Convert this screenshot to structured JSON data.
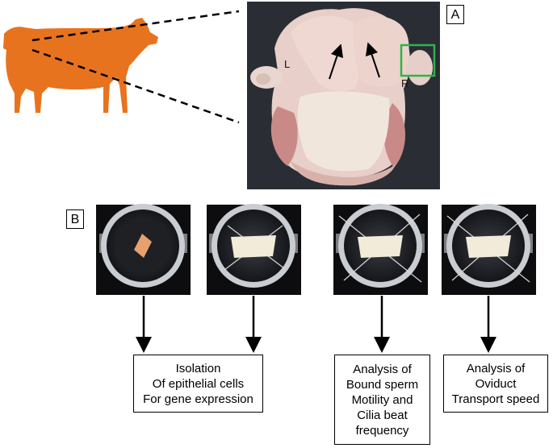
{
  "panel_labels": {
    "a": "A",
    "b": "B"
  },
  "tissue_photo": {
    "left_label": "L",
    "right_label": "R"
  },
  "colors": {
    "cow": "#e8731e",
    "highlight_box": "#2fb34a",
    "photo_background": "#2a2d34",
    "tissue": "#e8cfc9"
  },
  "dishes": [
    {
      "content": "tissue-fragment"
    },
    {
      "content": "oviduct-pinned"
    },
    {
      "content": "oviduct-pinned"
    },
    {
      "content": "oviduct-pinned"
    }
  ],
  "outcomes": [
    {
      "lines": [
        "Isolation",
        "Of epithelial cells",
        "For gene expression"
      ]
    },
    {
      "lines": [
        "Analysis of",
        "Bound sperm",
        "Motility and",
        "Cilia beat",
        "frequency"
      ]
    },
    {
      "lines": [
        "Analysis of",
        "Oviduct",
        "Transport speed"
      ]
    }
  ]
}
